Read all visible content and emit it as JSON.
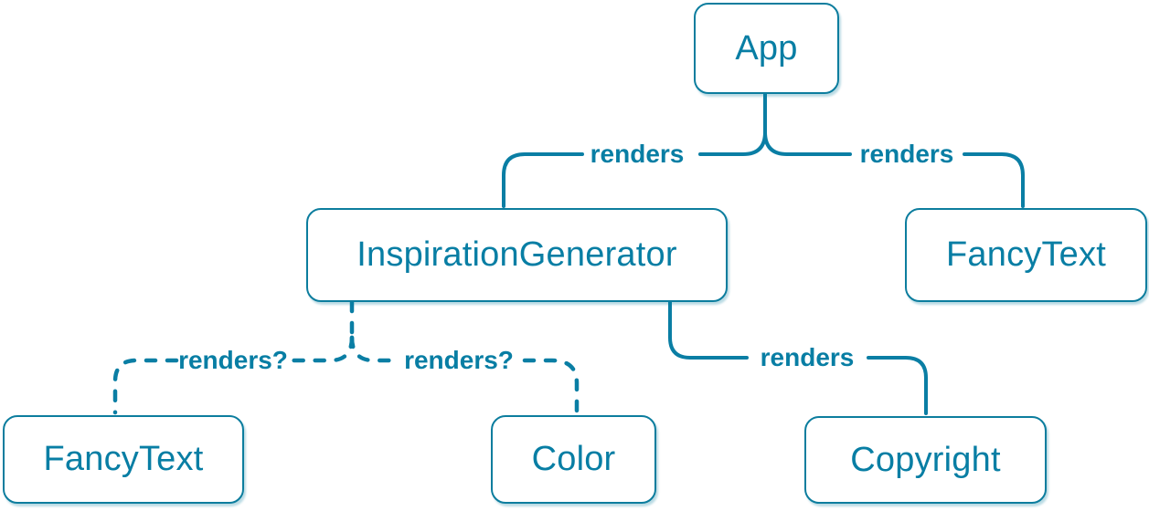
{
  "diagram": {
    "type": "render-tree",
    "accent_color": "#087ea4",
    "line_color": "#0a7ea4",
    "node_border_color": "#0c7d9e",
    "background_color": "#ffffff"
  },
  "nodes": {
    "app": {
      "label": "App"
    },
    "inspiration_generator": {
      "label": "InspirationGenerator"
    },
    "fancy_text_right": {
      "label": "FancyText"
    },
    "fancy_text_left": {
      "label": "FancyText"
    },
    "color": {
      "label": "Color"
    },
    "copyright": {
      "label": "Copyright"
    }
  },
  "edge_labels": {
    "app_to_inspiration_generator": "renders",
    "app_to_fancy_text": "renders",
    "inspiration_generator_to_fancy_text": "renders?",
    "inspiration_generator_to_color": "renders?",
    "inspiration_generator_to_copyright": "renders"
  },
  "edges": [
    {
      "from": "App",
      "to": "InspirationGenerator",
      "label": "renders",
      "style": "solid"
    },
    {
      "from": "App",
      "to": "FancyText",
      "label": "renders",
      "style": "solid"
    },
    {
      "from": "InspirationGenerator",
      "to": "FancyText",
      "label": "renders?",
      "style": "dashed"
    },
    {
      "from": "InspirationGenerator",
      "to": "Color",
      "label": "renders?",
      "style": "dashed"
    },
    {
      "from": "InspirationGenerator",
      "to": "Copyright",
      "label": "renders",
      "style": "solid"
    }
  ]
}
